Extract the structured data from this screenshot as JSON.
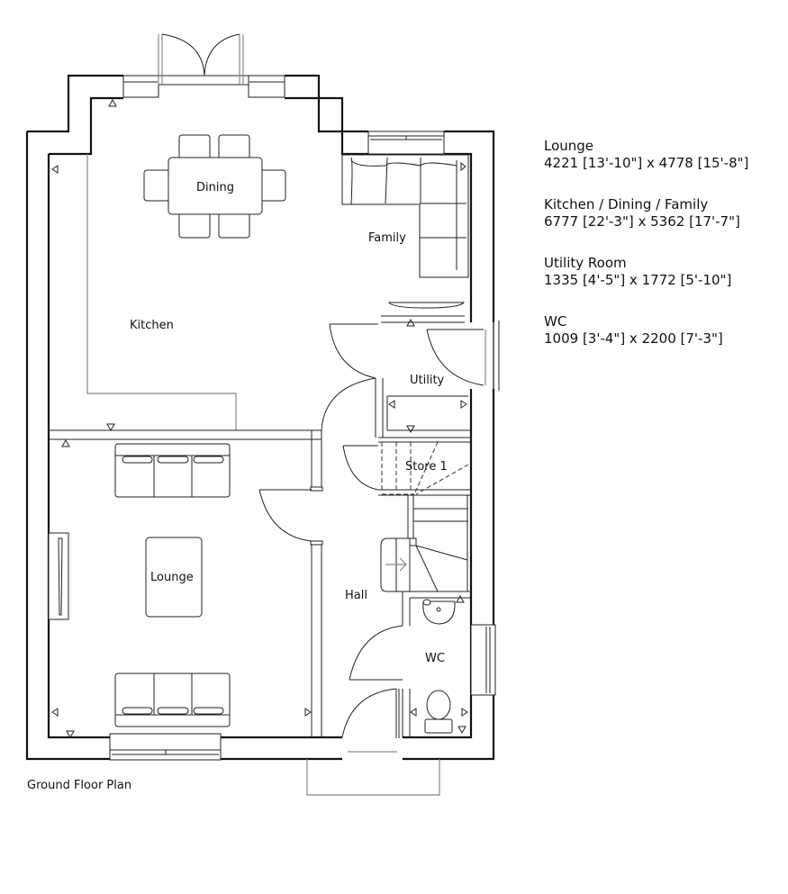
{
  "plan": {
    "title": "Ground Floor Plan",
    "rooms": {
      "dining": "Dining",
      "family": "Family",
      "kitchen": "Kitchen",
      "utility": "Utility",
      "store": "Store 1",
      "lounge": "Lounge",
      "hall": "Hall",
      "wc": "WC"
    }
  },
  "schedule": [
    {
      "name": "Lounge",
      "dims": "4221 [13'-10\"] x 4778 [15'-8\"]"
    },
    {
      "name": "Kitchen / Dining / Family",
      "dims": "6777 [22'-3\"] x 5362 [17'-7\"]"
    },
    {
      "name": "Utility Room",
      "dims": "1335 [4'-5\"] x 1772 [5'-10\"]"
    },
    {
      "name": "WC",
      "dims": "1009 [3'-4\"] x 2200 [7'-3\"]"
    }
  ],
  "colors": {
    "wall": "#111111",
    "background": "#ffffff",
    "secondary_line": "#888888"
  }
}
